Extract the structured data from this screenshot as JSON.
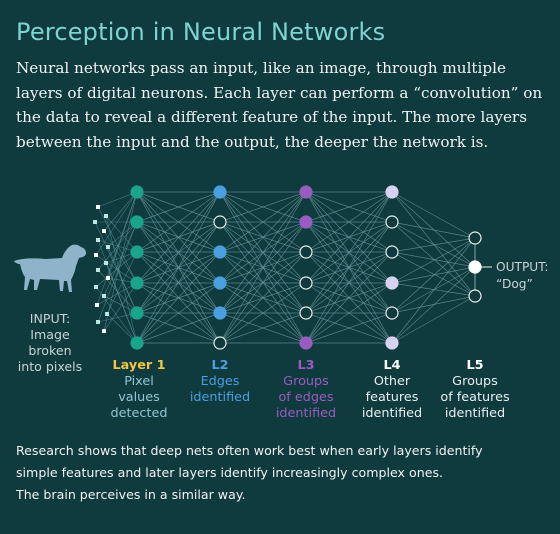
{
  "title": "Perception in Neural Networks",
  "intro": "Neural networks pass an input, like an image, through multiple layers of digital neurons. Each layer can perform a “convolution” on the data to reveal a different feature of the input. The more layers between the input and the output, the deeper the network is.",
  "input_label": [
    "INPUT:",
    "Image",
    "broken",
    "into pixels"
  ],
  "output_label": [
    "OUTPUT:",
    "“Dog”"
  ],
  "layers": [
    {
      "name": "Layer 1",
      "desc": [
        "Pixel",
        "values",
        "detected"
      ],
      "color": "#1aa48c",
      "nodes": [
        "filled",
        "filled",
        "filled",
        "filled",
        "filled",
        "filled"
      ]
    },
    {
      "name": "L2",
      "desc": [
        "Edges",
        "identified"
      ],
      "color": "#4a9fe0",
      "nodes": [
        "filled",
        "open",
        "filled",
        "filled",
        "filled",
        "open"
      ]
    },
    {
      "name": "L3",
      "desc": [
        "Groups",
        "of edges",
        "identified"
      ],
      "color": "#9a5cc0",
      "nodes": [
        "filled",
        "filled",
        "open",
        "open",
        "open",
        "filled"
      ]
    },
    {
      "name": "L4",
      "desc": [
        "Other",
        "features",
        "identified"
      ],
      "color": "#d8d2ee",
      "nodes": [
        "filled",
        "open",
        "open",
        "filled",
        "open",
        "filled"
      ]
    },
    {
      "name": "L5",
      "desc": [
        "Groups",
        "of features",
        "identified"
      ],
      "color": "#ffffff",
      "nodes": [
        "open",
        "filled",
        "open"
      ]
    }
  ],
  "footer": [
    "Research shows that deep nets often work best when early layers identify",
    "simple features and later layers identify increasingly complex ones.",
    "The brain perceives in a similar way."
  ],
  "icons": [
    "dog-silhouette-icon"
  ],
  "colors": {
    "background": "#0f3a3e",
    "title": "#7ed3d3",
    "text": "#f1f4f2",
    "muted": "#c7d4d2"
  }
}
